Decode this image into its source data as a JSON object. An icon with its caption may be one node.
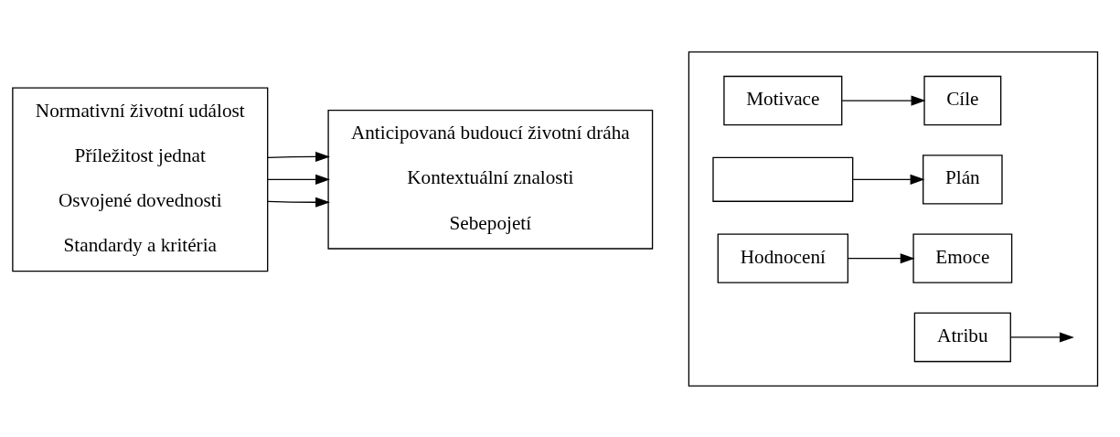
{
  "diagram": {
    "nodes": [
      {
        "text": [
          "Normativní životní událost",
          "Příležitost jednat",
          "Osvojené dovednosti",
          "Standardy a kritéria"
        ]
      },
      {
        "text": [
          "Anticipovaná budoucí životní dráha",
          "Kontextuální znalosti",
          "Sebepojetí"
        ]
      },
      {
        "text": [],
        "shape": "box"
      },
      {
        "text": [
          "Motivace"
        ],
        "in": 2
      },
      {
        "text": [
          "Cíle"
        ],
        "in": 2
      },
      {
        "text": [],
        "shape": "box",
        "in": 2
      },
      {
        "text": [
          "Plán"
        ],
        "in": 2
      },
      {
        "text": [
          "Hodnocení"
        ],
        "in": 2
      },
      {
        "text": [
          "Atribu"
        ],
        "in": 2
      },
      {
        "text": [
          "Emoce"
        ],
        "in": 2
      }
    ],
    "edges": [
      {
        "from": 0,
        "to": 1,
        "arrow": "to"
      },
      {
        "from": 0,
        "to": 1,
        "arrow": "to"
      },
      {
        "from": 0,
        "to": 1,
        "arrow": "to"
      },
      {
        "from": 3,
        "to": 4,
        "arrow": "to"
      },
      {
        "from": 5,
        "to": 6,
        "arrow": "to"
      },
      {
        "from": 7,
        "to": 9,
        "arrow": "to"
      },
      {
        "from": 8,
        "to": null,
        "arrow": "to"
      }
    ]
  }
}
